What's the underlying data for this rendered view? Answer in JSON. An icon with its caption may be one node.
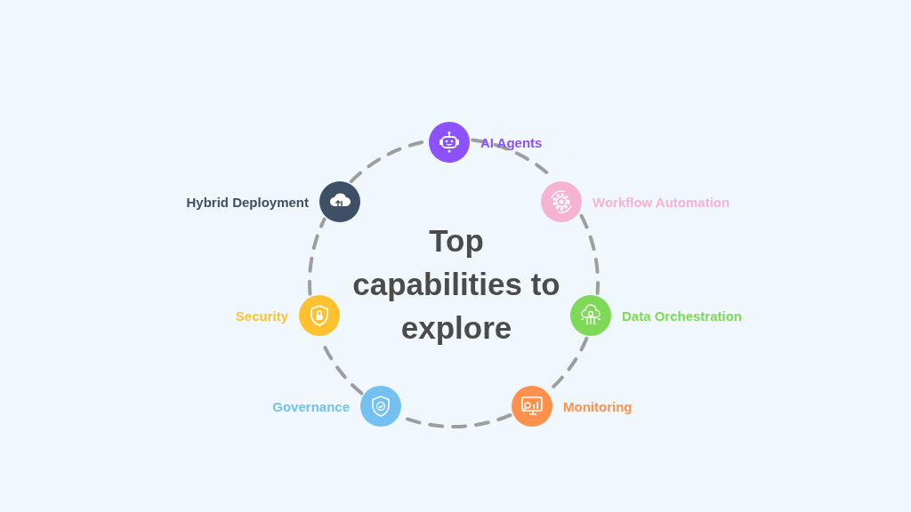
{
  "diagram": {
    "title": "Top capabilities to explore",
    "nodes": [
      {
        "text": [
          "AI Agents"
        ]
      },
      {
        "text": [
          "Workflow Automation"
        ]
      },
      {
        "text": [
          "Data Orchestration"
        ]
      },
      {
        "text": [
          "Monitoring"
        ]
      },
      {
        "text": [
          "Governance"
        ]
      },
      {
        "text": [
          "Security"
        ]
      },
      {
        "text": [
          "Hybrid Deployment"
        ]
      }
    ],
    "edges": [
      {
        "from": 0,
        "to": 1,
        "arrow": "none",
        "style": "dashed"
      },
      {
        "from": 1,
        "to": 2,
        "arrow": "none",
        "style": "dashed"
      },
      {
        "from": 2,
        "to": 3,
        "arrow": "none",
        "style": "dashed"
      },
      {
        "from": 3,
        "to": 4,
        "arrow": "none",
        "style": "dashed"
      },
      {
        "from": 4,
        "to": 5,
        "arrow": "none",
        "style": "dashed"
      },
      {
        "from": 5,
        "to": 6,
        "arrow": "none",
        "style": "dashed"
      },
      {
        "from": 6,
        "to": 0,
        "arrow": "none",
        "style": "dashed"
      }
    ]
  }
}
